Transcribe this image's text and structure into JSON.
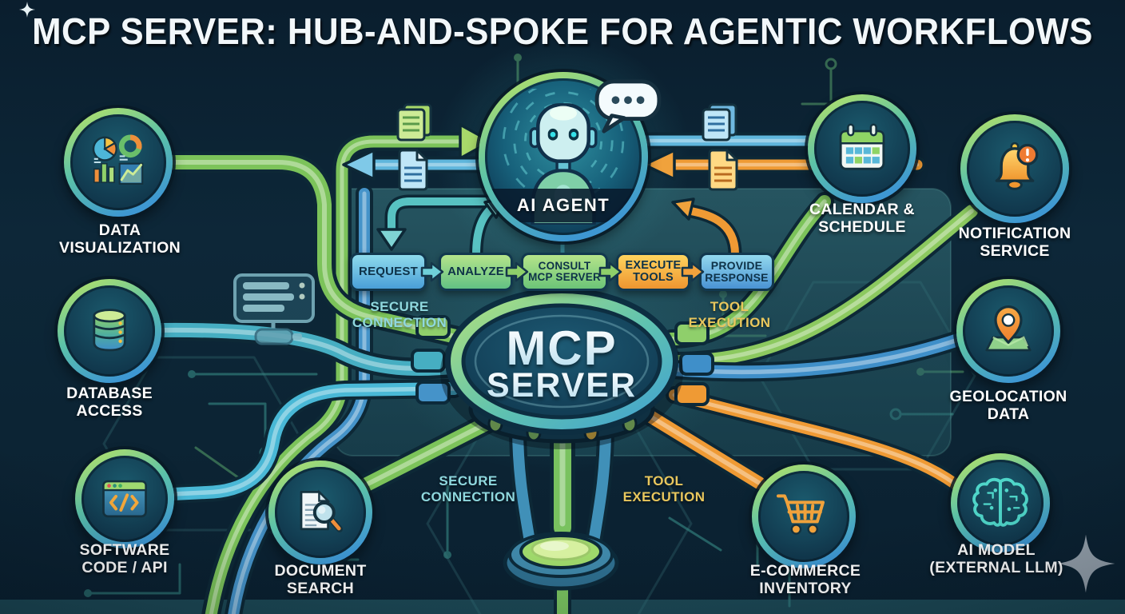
{
  "title": "MCP SERVER: HUB-AND-SPOKE FOR AGENTIC WORKFLOWS",
  "agent": {
    "label": "AI AGENT",
    "icon": "robot-icon"
  },
  "hub": {
    "line1": "MCP",
    "line2": "SERVER"
  },
  "workflow": {
    "steps": [
      {
        "label": "REQUEST",
        "color": "blue"
      },
      {
        "label": "ANALYZE",
        "color": "green"
      },
      {
        "label": "CONSULT\nMCP SERVER",
        "color": "green"
      },
      {
        "label": "EXECUTE\nTOOLS",
        "color": "orange"
      },
      {
        "label": "PROVIDE\nRESPONSE",
        "color": "blue"
      }
    ]
  },
  "connection_labels": {
    "secure": "SECURE\nCONNECTION",
    "tool": "TOOL\nEXECUTION"
  },
  "nodes": [
    {
      "label": "DATA\nVISUALIZATION",
      "icon": "charts-icon"
    },
    {
      "label": "DATABASE\nACCESS",
      "icon": "database-icon"
    },
    {
      "label": "SOFTWARE\nCODE / API",
      "icon": "code-window-icon"
    },
    {
      "label": "DOCUMENT\nSEARCH",
      "icon": "document-magnifier-icon"
    },
    {
      "label": "CALENDAR &\nSCHEDULE",
      "icon": "calendar-icon"
    },
    {
      "label": "NOTIFICATION\nSERVICE",
      "icon": "bell-alert-icon"
    },
    {
      "label": "GEOLOCATION\nDATA",
      "icon": "map-pin-icon"
    },
    {
      "label": "E-COMMERCE\nINVENTORY",
      "icon": "shopping-cart-icon"
    },
    {
      "label": "AI MODEL\n(EXTERNAL LLM)",
      "icon": "brain-circuit-icon"
    }
  ],
  "decor_icons": [
    "speech-bubble-icon",
    "document-stack-green-icon",
    "document-blue-icon",
    "document-stack-blue-icon",
    "document-orange-icon",
    "server-plug-icon",
    "sparkle-icon"
  ],
  "colors": {
    "background": "#0c2434",
    "panel": "#2c6470",
    "green": "#7cc35a",
    "teal": "#46aec2",
    "blue": "#3f8fc9",
    "cyan": "#49b8d6",
    "orange": "#ef9a34",
    "label_teal": "#8fd8de",
    "label_yellow": "#e9c75d",
    "box_text": "#0e3248"
  }
}
